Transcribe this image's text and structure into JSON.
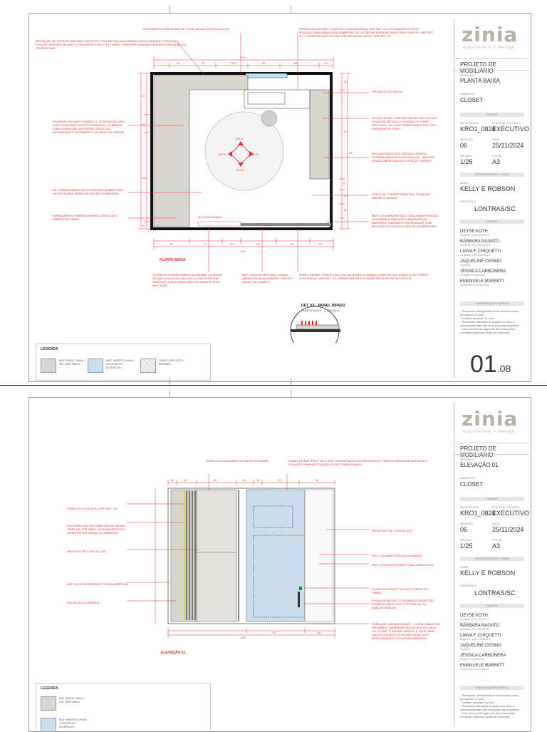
{
  "brand": {
    "name": "zinia",
    "tagline": "arquitetura + design"
  },
  "sheets": [
    {
      "project_title": "PROJETO DE MOBILIÁRIO",
      "drawing_label": "DESENHO",
      "drawing": "PLANTA BAIXA",
      "room_label": "AMBIENTE",
      "room": "CLOSET",
      "section_bar": "DADOS",
      "ref_label": "REFERÊNCIA",
      "ref": "KRO1_0824",
      "stage_label": "ETAPA DE PROJETO",
      "stage": "EXECUTIVO",
      "rev_label": "REVISÃO",
      "rev": "06",
      "date_label": "DATA",
      "date": "25/11/2024",
      "scale_label": "ESCALA",
      "scale": "1/25",
      "paper_label": "FOLHA",
      "paper": "A3",
      "client_bar": "RESPONSÁVEIS + OBRA",
      "client_label": "NOME",
      "client": "KELLY E ROBSON",
      "addr_label": "ENDEREÇO",
      "addr": "LONTRAS/SC",
      "team_bar": "EQUIPE",
      "team": [
        {
          "name": "DEYSE KOTH",
          "role": "Arquiteta | CAU A98434-3"
        },
        {
          "name": "BÁRBARA NAGATO",
          "role": "Arquiteta | CAU A193828-0"
        },
        {
          "name": "LIANA F. CHIQUETTI",
          "role": "Arquiteta | CAU A193820-8"
        },
        {
          "name": "JAQUELINE CESINO",
          "role": "Arquiteta"
        },
        {
          "name": "JÉSSICA CARBONERA",
          "role": "Designer de Interiores"
        },
        {
          "name": "EMANUELE MARMITT",
          "role": "Acadêmica de Arquitetura"
        }
      ],
      "obs_bar": "OBSERVAÇÕES GERAIS",
      "notes": [
        "- Revisando divergências entre escala e cotas, prevalecem a cota.",
        "- Conferir medidas \"in loco\".",
        "- Revisando alteração do projeto no obra a responsabilidade não será mais das arquitetas.",
        "- Caso houver divergências de informações consultar arquitetos antes da execução."
      ],
      "sheet_no": "01",
      "sheet_total": ".08"
    },
    {
      "project_title": "PROJETO DE MOBILIÁRIO",
      "drawing_label": "DESENHO",
      "drawing": "ELEVAÇÃO 01",
      "room_label": "AMBIENTE",
      "room": "CLOSET",
      "section_bar": "DADOS",
      "ref_label": "REFERÊNCIA",
      "ref": "KRO1_0824",
      "stage_label": "ETAPA DE PROJETO",
      "stage": "EXECUTIVO",
      "rev_label": "REVISÃO",
      "rev": "06",
      "date_label": "DATA",
      "date": "25/11/2024",
      "scale_label": "ESCALA",
      "scale": "1/25",
      "paper_label": "FOLHA",
      "paper": "A3",
      "client_bar": "RESPONSÁVEIS + OBRA",
      "client_label": "NOME",
      "client": "KELLY E ROBSON",
      "addr_label": "ENDEREÇO",
      "addr": "LONTRAS/SC",
      "team_bar": "EQUIPE",
      "team": [
        {
          "name": "DEYSE KOTH",
          "role": "Arquiteta | CAU A98434-3"
        },
        {
          "name": "BÁRBARA NAGATO",
          "role": "Arquiteta | CAU A193828-0"
        },
        {
          "name": "LIANA F. CHIQUETTI",
          "role": "Arquiteta | CAU A193820-8"
        },
        {
          "name": "JAQUELINE CESINO",
          "role": "Arquiteta"
        },
        {
          "name": "JÉSSICA CARBONERA",
          "role": "Designer de Interiores"
        },
        {
          "name": "EMANUELE MARMITT",
          "role": "Acadêmica de Arquitetura"
        }
      ],
      "obs_bar": "OBSERVAÇÕES GERAIS",
      "notes": [
        "- Revisando divergências entre escala e cotas, prevalecem a cota.",
        "- Conferir medidas \"in loco\".",
        "- Revisando alteração do projeto no obra a responsabilidade não será mais das arquitetas.",
        "- Caso houver divergências de informações consultar arquitetos antes da execução."
      ]
    }
  ],
  "plan_notes": {
    "top1": "FECHAMENTO COM CHAPA DE 1,5cm (abaixo da escada) (M)",
    "top2": "PROJEÇÃO DE ESPELHO OBLÍQUO EM ESTRUTURA METÁLICA DOURADA COM ILUMINAÇÃO FRONTAL | FIXAÇÃO ATRAVÉS DE HASTES NA PRATELEIRA E NO FORRO. ORIENTAR COM ANA ODILON EM RELAÇÃO AO PRÓPRIO BAG",
    "top3": "PRATELEIRA EM MDF | CAIXOTES COM MOLDURA. VER DET. XX. 2 PUXADORES PONTO DOURADO (ABA PARA CIMA) COBERTAS DE LEITÃO EM ESPELHO PARA CADA CAIXOTE. VER DET. XX. O INTERIOR DAS CAIXAS COM ESCORREGADOR. VER DET. XX",
    "r1": "PROJEÇÃO DO NICHO",
    "r2": "NICHO EM MDF COM PORTAS DE GIRO EM MDF. PUXADOR METÁLICO DOURADO E VIDRO REFLECTA | NO LADO SOBRE EMBUTIDO COM PERSIANA DE VIDRO",
    "r3": "RECUAR FUNDO ATÉ ESCADA CENTRAL INTERNA (abaixo de escada) (M) - manter DEVIDO ABERTURA DA PORTA DE CORRER",
    "r4": "PORTA DE CORRER EMBUTIDA. PUXADOR LINEAR DOURADO",
    "r5": "MDF 1,5cm REVESTINDO TODA A ABERTURA NA ALVENARIA E INDO ATÉ O AMBIENTE DO BANHEIRO, FAZENDO CONTINUIDADE COM MOLDURA DE 6,5cm AO REDOR DA ABERTURA",
    "l1": "ROUPEIRO EM MDF FORMATO 'L' | PORTAS DE GIRO COM PUXADORES PONTO DOURADOS | INTERIOR COM ILUMINAÇÃO EM PERFIS LEDS COM ACIONAMENTO AUTOMÁTICO AO ABRIR AS PORTAS",
    "l2": "AR CONDICIONADO NA INTERFERIR NA ABERTURA DA PORTA MAS SERÁ DISCUTA DESTA MANEIRA",
    "l3": "ESPAÇAMENTO PARA ROUPEIRO CONECTAR A PAREDE DO PAINEL",
    "b1": "PORTA DE CORRER EMBUTIDA EM MDF | ATENTAR SE QUE A FACE DO LADO DO CLOSET É EM MDF ABERTO E A FACE PARA LADO DO QUARTO É EM MDF NUDE",
    "b2": "MDF 1,5cm REVESTINDO TODA A ABERTURA NA ALVENARIA + VER DO PAINEL DO QUARTO",
    "b3": "PAINEL EM MDF | PARTE USA COM DETALHES À VERNIZ E PERFIS LEDS EMBUTIDOS E PARTE COM RIPADO. VER DET. XX | OBSERVAR EM ELEVAÇÃO DETALHE EM NEGATIVOS",
    "plan_title": "PLANTA BAIXA",
    "det_title": "DET. XX - PAINEL RIPADO",
    "det_sub": "PLANTA BAIXA - 1 : ESCALA",
    "ac": "AR CONDICIONADO"
  },
  "plan_dims": {
    "top": [
      "30",
      "72",
      "75,5",
      "45",
      "88",
      "10"
    ],
    "top_total": "315",
    "bottom": [
      "60",
      "77",
      "20",
      "62",
      "83",
      "50"
    ],
    "bottom_total": "315",
    "left": [
      "57",
      "29",
      "155",
      "11"
    ],
    "right": [
      "15",
      "101",
      "6",
      "11",
      "16",
      "39"
    ],
    "circle_labels": [
      "15,5 02",
      "NV 01",
      "15,5 03",
      "15,5 01"
    ]
  },
  "legend": {
    "title": "LEGENDA",
    "items": [
      {
        "label": "MDF NUDE LINHA VEL (REFINED)",
        "color": "#d8d6cf"
      },
      {
        "label": "MDF ABERTO LINHA CONCRETO (SURFACE)",
        "color": "#c9dff0"
      },
      {
        "label": "VIDRO REFLECTA BRONZE",
        "color": "#eeeeee"
      }
    ]
  },
  "elev_notes": {
    "t1": "ESPELHOS ANULADOS À FRENTE DO PAINEL",
    "t2": "PAINEL EM MDF PROF. DE 6,5cm, COM DETALHES EM NEGATIVOS | PREVER PASSAGEM ELÉTRICA E FURAÇÃO PARA INSTALAÇÃO DO AR CONDICIONADO",
    "l1": "RIPADO 2x1,5cm (LIP) | VER DET. XX",
    "l2": "LED PERFIL DE LED EMBUTIDO NO PAINEL. TEMP. DE COR 3000K | ACIONAMENTO NO INTERRUPTOR GERAL DO AMBIENTE",
    "l3": "NEGATIVO DE 0,5x1cm (LIP)",
    "l4": "MDF 1,5cm REVESTINDO TODA A ABERTURA",
    "l5": "PROJEÇÃO DA PAREDE",
    "r1": "NEGATIVOS DE 0,5x1cm (LIP)",
    "r2": "PROJ. DA ABERTURA NA ALVENARIA",
    "r3": "MDF 1,5cm REVESTINDO TODA A ABERTURA",
    "r4": "PUXAR INTERRUPTOR PARA FRENTE DO PAINEL",
    "r5": "PUXADOR METÁLICO DOURADO (SUGESTÃO: Rosstek 46cm, cod. 27977454-44) OU BUSCAR SIMILAR",
    "r6": "PORTA DE CORRER EM MDF - CORRE EMBUTIDA NO PAINEL | OBSERVAR QUE A FACE DO LADO DO CLOSET É EM MDF ABERTO E FACE PARA LADO DO QUARTO É EM MDF NUDE (VER DETALHAMENTO DO OUTRO AMBIENTE)",
    "elev_title": "ELEVAÇÃO 01",
    "dims_top": [
      "10",
      "40",
      "80",
      "30",
      "15",
      "76",
      "40"
    ],
    "dims_bottom": [
      "315",
      "92",
      "60"
    ]
  },
  "legend2": {
    "title": "LEGENDA",
    "items": [
      {
        "label": "MDF NUDE LINHA VEL (REFINED)",
        "color": "#d8d6cf"
      },
      {
        "label": "MDF ABERTO LINHA CONCRETO (SURFACE)",
        "color": "#c9dff0"
      }
    ]
  }
}
